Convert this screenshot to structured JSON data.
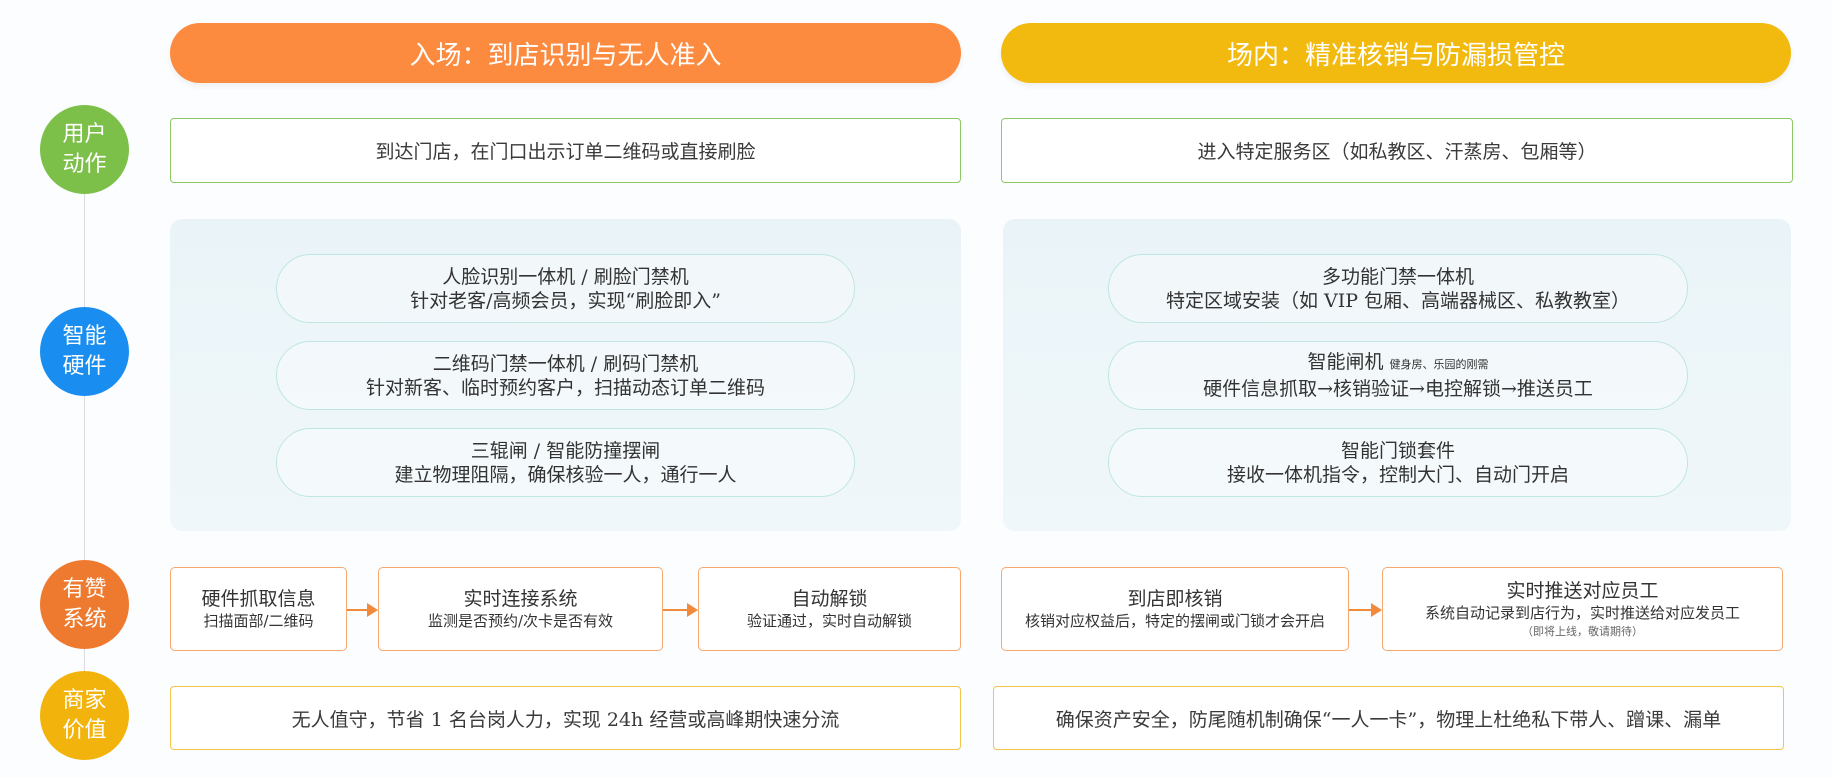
{
  "headers": {
    "left": "入场：到店识别与无人准入",
    "right": "场内：精准核销与防漏损管控"
  },
  "rows": {
    "user_action": {
      "label": "用户动作",
      "color": "#7cc04a",
      "left": "到达门店，在门口出示订单二维码或直接刷脸",
      "right": "进入特定服务区（如私教区、汗蒸房、包厢等）"
    },
    "hardware": {
      "label": "智能硬件",
      "color": "#1a8ef0",
      "left": [
        {
          "title": "人脸识别一体机 / 刷脸门禁机",
          "desc": "针对老客/高频会员，实现“刷脸即入”"
        },
        {
          "title": "二维码门禁一体机 / 刷码门禁机",
          "desc": "针对新客、临时预约客户，扫描动态订单二维码"
        },
        {
          "title": "三辊闸 / 智能防撞摆闸",
          "desc": "建立物理阻隔，确保核验一人，通行一人"
        }
      ],
      "right": [
        {
          "title": "多功能门禁一体机",
          "desc": "特定区域安装（如 VIP 包厢、高端器械区、私教教室）"
        },
        {
          "title": "智能闸机",
          "note": "健身房、乐园的刚需",
          "desc": "硬件信息抓取→核销验证→电控解锁→推送员工"
        },
        {
          "title": "智能门锁套件",
          "desc": "接收一体机指令，控制大门、自动门开启"
        }
      ]
    },
    "system": {
      "label": "有赞系统",
      "color": "#ee7a2f",
      "left": [
        {
          "title": "硬件抓取信息",
          "desc": "扫描面部/二维码"
        },
        {
          "title": "实时连接系统",
          "desc": "监测是否预约/次卡是否有效"
        },
        {
          "title": "自动解锁",
          "desc": "验证通过，实时自动解锁"
        }
      ],
      "right": [
        {
          "title": "到店即核销",
          "desc": "核销对应权益后，特定的摆闸或门锁才会开启"
        },
        {
          "title": "实时推送对应员工",
          "desc": "系统自动记录到店行为，实时推送给对应发员工",
          "note": "（即将上线，敬请期待）"
        }
      ]
    },
    "merchant_value": {
      "label": "商家价值",
      "color": "#f2b40c",
      "left": "无人值守，节省 1 名台岗人力，实现 24h 经营或高峰期快速分流",
      "right": "确保资产安全，防尾随机制确保“一人一卡”，物理上杜绝私下带人、蹭课、漏单"
    }
  }
}
